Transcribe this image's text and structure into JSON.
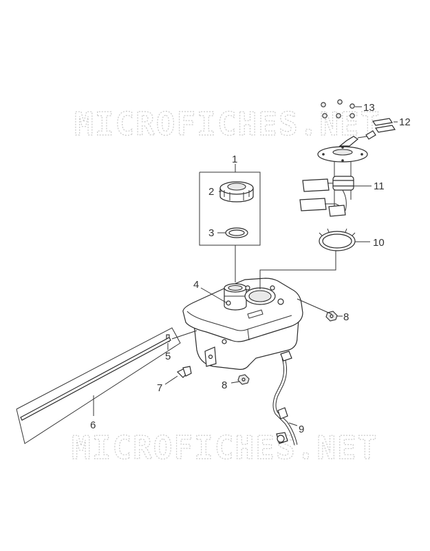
{
  "watermarks": [
    "MICROFICHES.NET",
    "MICROFICHES.NET"
  ],
  "callouts": {
    "c1": "1",
    "c2": "2",
    "c3": "3",
    "c4": "4",
    "c5": "5",
    "c6": "6",
    "c7": "7",
    "c8a": "8",
    "c8b": "8",
    "c9": "9",
    "c10": "10",
    "c11": "11",
    "c12": "12",
    "c13": "13"
  }
}
